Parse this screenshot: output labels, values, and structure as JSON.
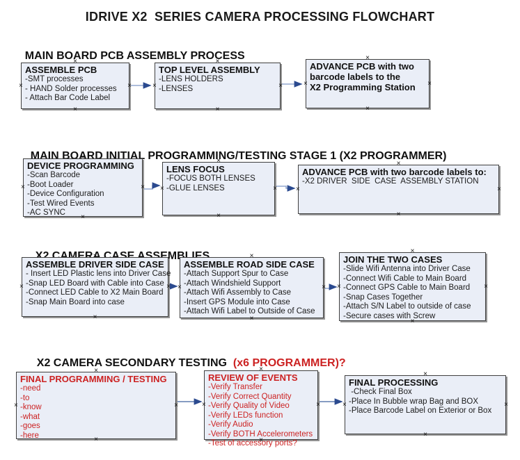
{
  "title": "IDRIVE X2  SERIES CAMERA PROCESSING FLOWCHART",
  "icons": {
    "handle_glyph": "×"
  },
  "colors": {
    "box_fill": "#eaeef7",
    "box_border": "#3f3f3f",
    "box_shadow": "#949494",
    "arrow_line": "#92a7cf",
    "arrow_head": "#2b4a8f",
    "alert_red": "#cc2222",
    "text_black": "#111111"
  },
  "sections": [
    {
      "header": "MAIN BOARD PCB ASSEMBLY PROCESS",
      "boxes": [
        {
          "title": "ASSEMBLE PCB",
          "items": [
            "-SMT processes",
            "- HAND Solder processes",
            "- Attach Bar Code Label"
          ]
        },
        {
          "title": "TOP LEVEL ASSEMBLY",
          "items": [
            "-LENS HOLDERS",
            "-LENSES"
          ]
        },
        {
          "title": "ADVANCE PCB with two\nbarcode labels to the\n X2 Programming Station",
          "items": []
        }
      ]
    },
    {
      "header": "MAIN BOARD INITIAL PROGRAMMING/TESTING STAGE 1 (X2 PROGRAMMER)",
      "boxes": [
        {
          "title": "DEVICE PROGRAMMING",
          "items": [
            "-Scan Barcode",
            "-Boot Loader",
            "-Device Configuration",
            "-Test Wired Events",
            "-AC SYNC"
          ]
        },
        {
          "title": "LENS FOCUS",
          "items": [
            "-FOCUS BOTH LENSES",
            "-GLUE LENSES"
          ]
        },
        {
          "title": "ADVANCE PCB with two barcode labels to:",
          "items": [
            "-X2 DRIVER  SIDE  CASE  ASSEMBLY STATION"
          ]
        }
      ]
    },
    {
      "header": "X2 CAMERA CASE ASSEMBLIES",
      "boxes": [
        {
          "title": "ASSEMBLE DRIVER SIDE CASE",
          "items": [
            "- Insert LED Plastic lens into Driver Case",
            "-Snap LED Board with Cable into Case",
            "-Connect LED Cable to X2 Main Board",
            "-Snap Main Board into case"
          ]
        },
        {
          "title": "ASSEMBLE ROAD SIDE CASE",
          "items": [
            "-Attach Support Spur to Case",
            "-Attach Windshield Support",
            "-Attach Wifi Assembly to Case",
            "-Insert GPS Module into Case",
            "-Attach Wifi Label to Outside of Case"
          ]
        },
        {
          "title": "JOIN THE TWO CASES",
          "items": [
            "-Slide Wifi Antenna into Driver Case",
            "-Connect Wifi Cable to Main Board",
            "-Connect GPS Cable to Main Board",
            "-Snap Cases Together",
            "-Attach S/N Label to outside of case",
            "-Secure cases with Screw"
          ]
        }
      ]
    },
    {
      "header": "X2 CAMERA SECONDARY TESTING  ",
      "header_suffix": "(x6 PROGRAMMER)?",
      "boxes": [
        {
          "title": "FINAL PROGRAMMING / TESTING",
          "items": [
            "-need",
            "-to",
            "-know",
            "-what",
            "-goes",
            "-here"
          ]
        },
        {
          "title": "REVIEW OF EVENTS",
          "items": [
            "-Verify Transfer",
            "-Verify Correct Quantity",
            "-Verify Quality of Video",
            "-Verify LEDs function",
            "-Verify Audio",
            "-Verify BOTH Accelerometers",
            "-Test of accessory ports?"
          ]
        },
        {
          "title": "FINAL PROCESSING",
          "items": [
            " -Check Final Box",
            "-Place In Bubble wrap Bag and BOX",
            "-Place Barcode Label on Exterior or Box"
          ]
        }
      ]
    }
  ]
}
